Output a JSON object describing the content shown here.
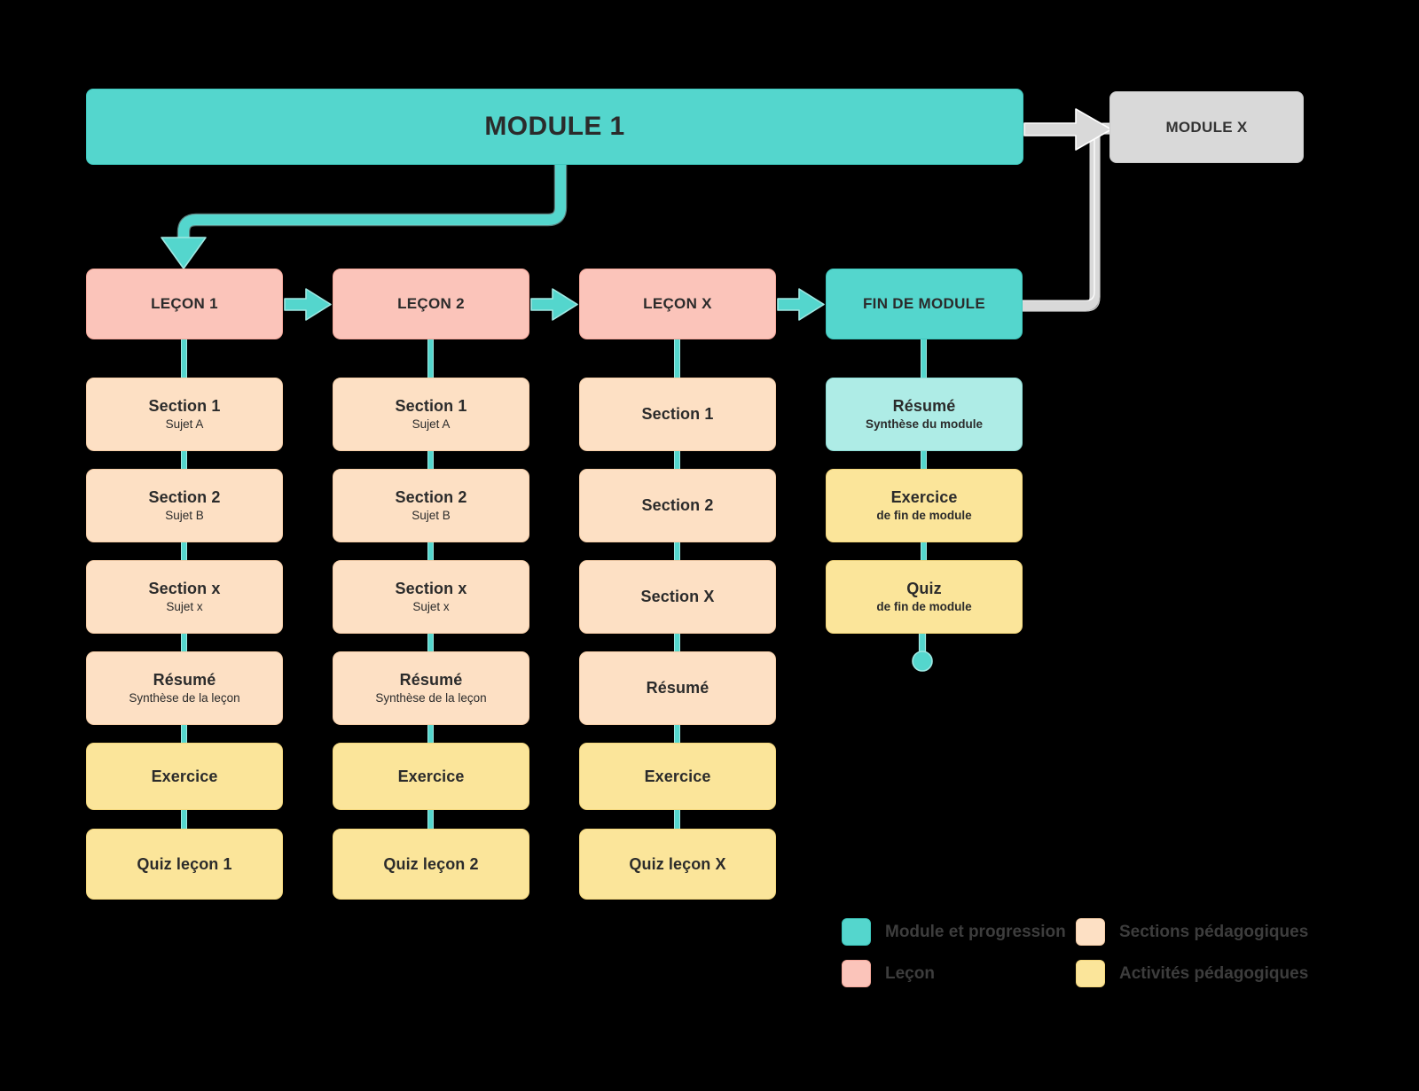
{
  "diagram": {
    "title_bar": {
      "label": "MODULE 1"
    },
    "next_module": {
      "label": "MODULE X"
    },
    "lessons": [
      {
        "label": "LEÇON 1"
      },
      {
        "label": "LEÇON 2"
      },
      {
        "label": "LEÇON X"
      }
    ],
    "end_module": {
      "label": "FIN DE MODULE"
    },
    "columns": [
      {
        "key": "lesson-1",
        "items": [
          {
            "title": "Section 1",
            "subtitle": "Sujet A",
            "kind": "section"
          },
          {
            "title": "Section 2",
            "subtitle": "Sujet B",
            "kind": "section"
          },
          {
            "title": "Section x",
            "subtitle": "Sujet x",
            "kind": "section"
          },
          {
            "title": "Résumé",
            "subtitle": "Synthèse de la leçon",
            "kind": "section"
          },
          {
            "title": "Exercice",
            "subtitle": "",
            "kind": "activity"
          },
          {
            "title": "Quiz leçon 1",
            "subtitle": "",
            "kind": "activity"
          }
        ]
      },
      {
        "key": "lesson-2",
        "items": [
          {
            "title": "Section 1",
            "subtitle": "Sujet A",
            "kind": "section"
          },
          {
            "title": "Section 2",
            "subtitle": "Sujet B",
            "kind": "section"
          },
          {
            "title": "Section x",
            "subtitle": "Sujet x",
            "kind": "section"
          },
          {
            "title": "Résumé",
            "subtitle": "Synthèse de la leçon",
            "kind": "section"
          },
          {
            "title": "Exercice",
            "subtitle": "",
            "kind": "activity"
          },
          {
            "title": "Quiz leçon 2",
            "subtitle": "",
            "kind": "activity"
          }
        ]
      },
      {
        "key": "lesson-x",
        "items": [
          {
            "title": "Section 1",
            "subtitle": "",
            "kind": "section"
          },
          {
            "title": "Section 2",
            "subtitle": "",
            "kind": "section"
          },
          {
            "title": "Section X",
            "subtitle": "",
            "kind": "section"
          },
          {
            "title": "Résumé",
            "subtitle": "",
            "kind": "section"
          },
          {
            "title": "Exercice",
            "subtitle": "",
            "kind": "activity"
          },
          {
            "title": "Quiz leçon X",
            "subtitle": "",
            "kind": "activity"
          }
        ]
      },
      {
        "key": "end-module",
        "items": [
          {
            "title": "Résumé",
            "subtitle": "Synthèse du module",
            "kind": "summary-teal"
          },
          {
            "title": "Exercice",
            "subtitle": "de fin de module",
            "kind": "activity"
          },
          {
            "title": "Quiz",
            "subtitle": "de fin de module",
            "kind": "activity"
          }
        ]
      }
    ]
  },
  "legend": {
    "items": [
      {
        "label": "Module et progression",
        "color": "#54d6cd",
        "swatch": "sw-teal"
      },
      {
        "label": "Leçon",
        "color": "#fbc4ba",
        "swatch": "sw-pink"
      },
      {
        "label": "Sections pédagogiques",
        "color": "#fde0c4",
        "swatch": "sw-peach"
      },
      {
        "label": "Activités pédagogiques",
        "color": "#fbe59a",
        "swatch": "sw-yellow"
      }
    ]
  },
  "colors": {
    "teal": "#54d6cd",
    "teal_light": "#aeece6",
    "pink": "#fbc4ba",
    "peach": "#fde0c4",
    "yellow": "#fbe59a",
    "grey": "#d9d9d9",
    "background": "#000000"
  }
}
